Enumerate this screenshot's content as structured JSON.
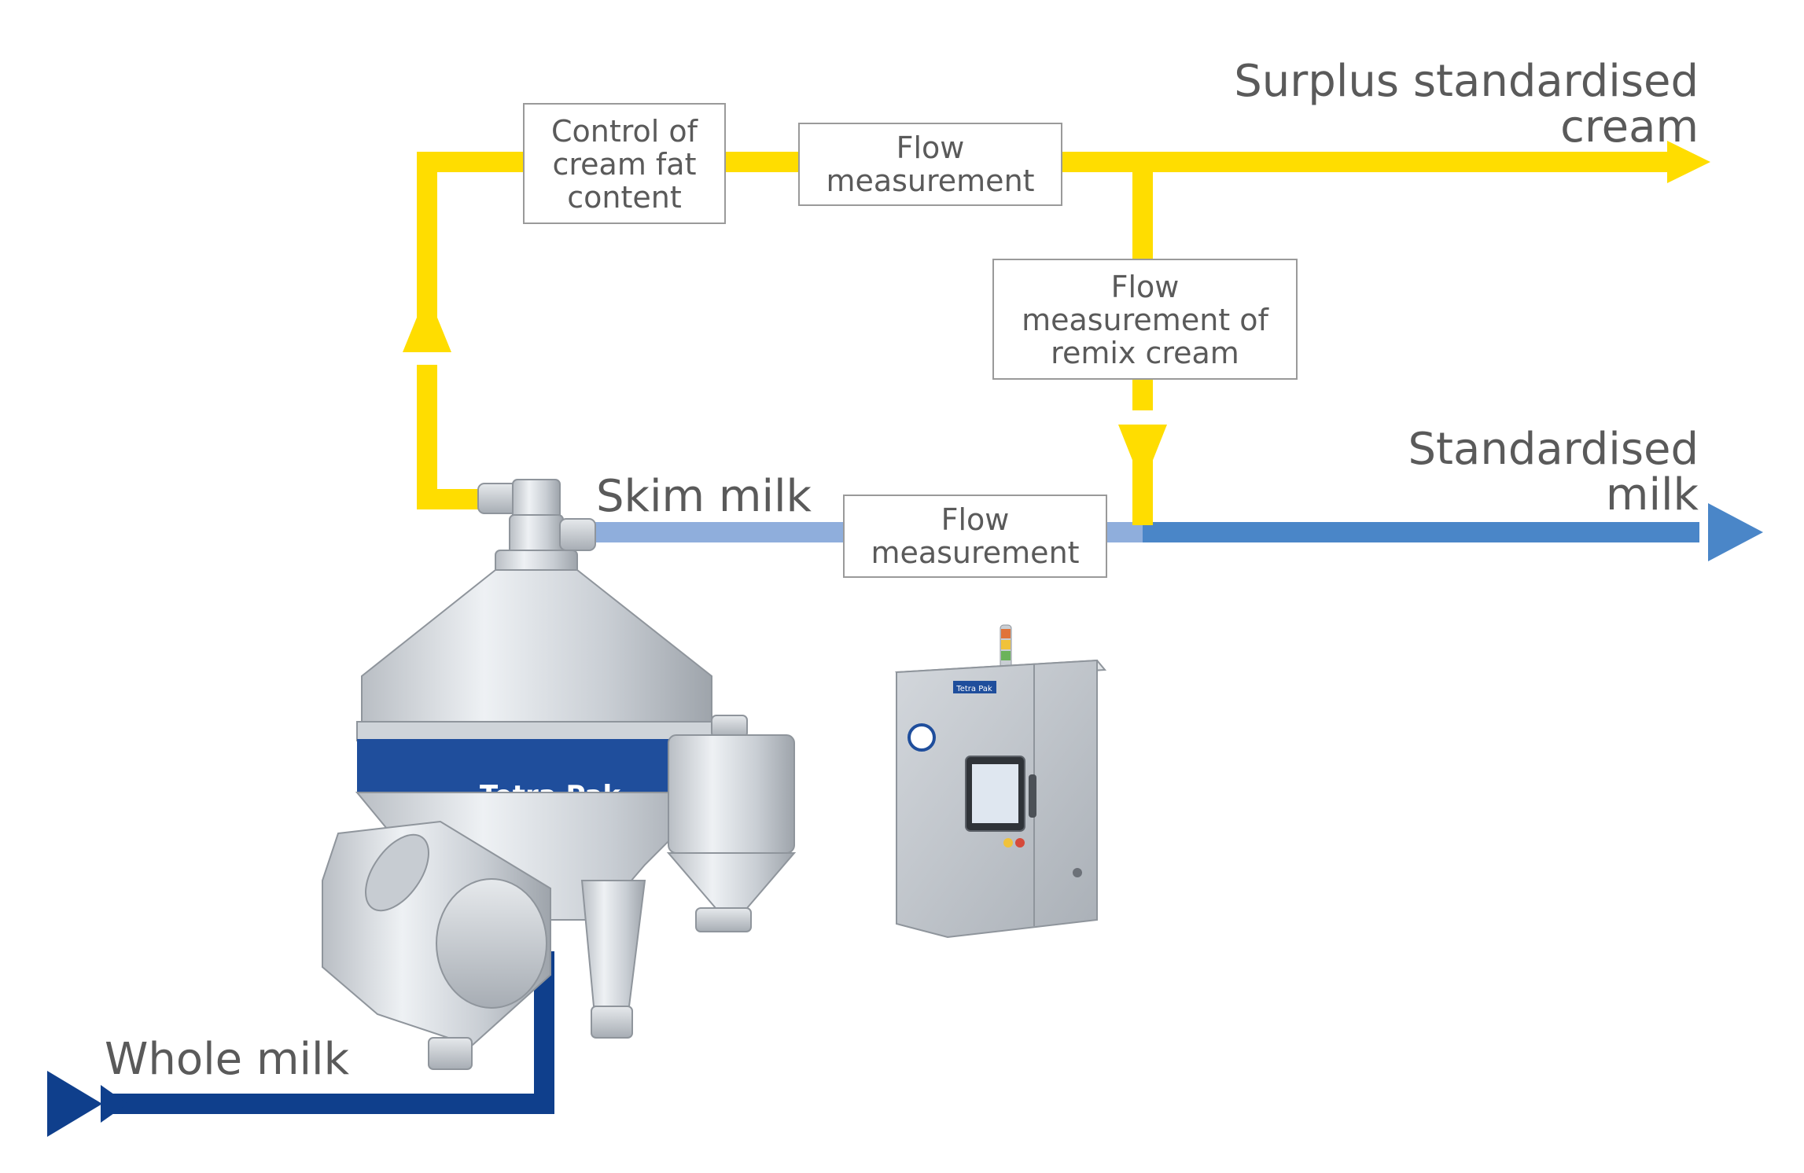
{
  "labels": {
    "surplus_cream_line1": "Surplus standardised",
    "surplus_cream_line2": "cream",
    "standardised_milk_line1": "Standardised",
    "standardised_milk_line2": "milk",
    "skim_milk": "Skim milk",
    "whole_milk": "Whole milk"
  },
  "boxes": {
    "control_fat": [
      "Control of",
      "cream fat",
      "content"
    ],
    "flow_cream": [
      "Flow",
      "measurement"
    ],
    "flow_remix": [
      "Flow",
      "measurement of",
      "remix cream"
    ],
    "flow_skim": [
      "Flow",
      "measurement"
    ]
  },
  "equipment": {
    "separator_brand": "Tetra Pak",
    "cabinet_brand": "Tetra Pak"
  },
  "icons": [
    "flow-arrow-icon",
    "tetra-pak-logo-icon",
    "signal-tower-icon",
    "touchscreen-icon"
  ],
  "colors": {
    "cream_line": "#FFDD00",
    "skim_line_light": "#8FAEDC",
    "standardised_line": "#4A86C8",
    "whole_milk_line": "#0F3F8C",
    "separator_band": "#1F4E9C",
    "text": "#5a5a5a"
  }
}
